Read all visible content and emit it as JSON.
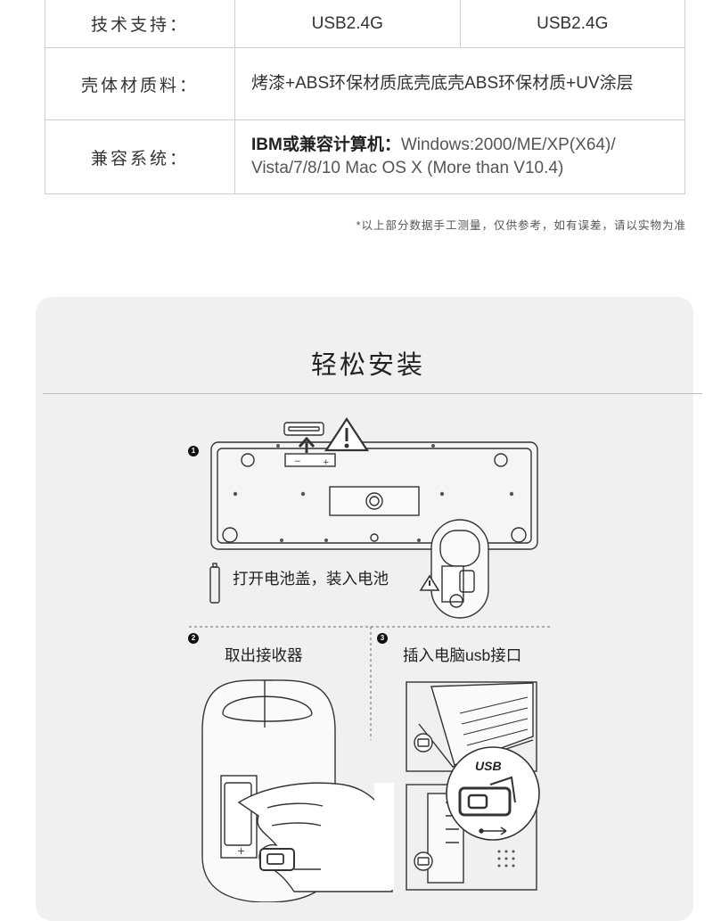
{
  "spec": {
    "rows": [
      {
        "label": "技术支持：",
        "left": "USB2.4G",
        "right": "USB2.4G"
      },
      {
        "label": "壳体材质料：",
        "value": "烤漆+ABS环保材质底壳底壳ABS环保材质+UV涂层"
      },
      {
        "label": "兼容系统：",
        "value_bold": "IBM或兼容计算机：",
        "value": "Windows:2000/ME/XP(X64)/ Vista/7/8/10 Mac OS X (More than V10.4)"
      }
    ]
  },
  "note": "*以上部分数据手工测量，仅供参考，如有误差，请以实物为准",
  "install": {
    "title": "轻松安装",
    "steps": [
      {
        "number": "1",
        "text": "打开电池盖，装入电池"
      },
      {
        "number": "2",
        "text": "取出接收器"
      },
      {
        "number": "3",
        "text": "插入电脑usb接口"
      }
    ],
    "usb_label": "USB"
  },
  "colors": {
    "card_bg": "#f0f0f0",
    "border": "#cfcfcf",
    "text": "#333333"
  }
}
